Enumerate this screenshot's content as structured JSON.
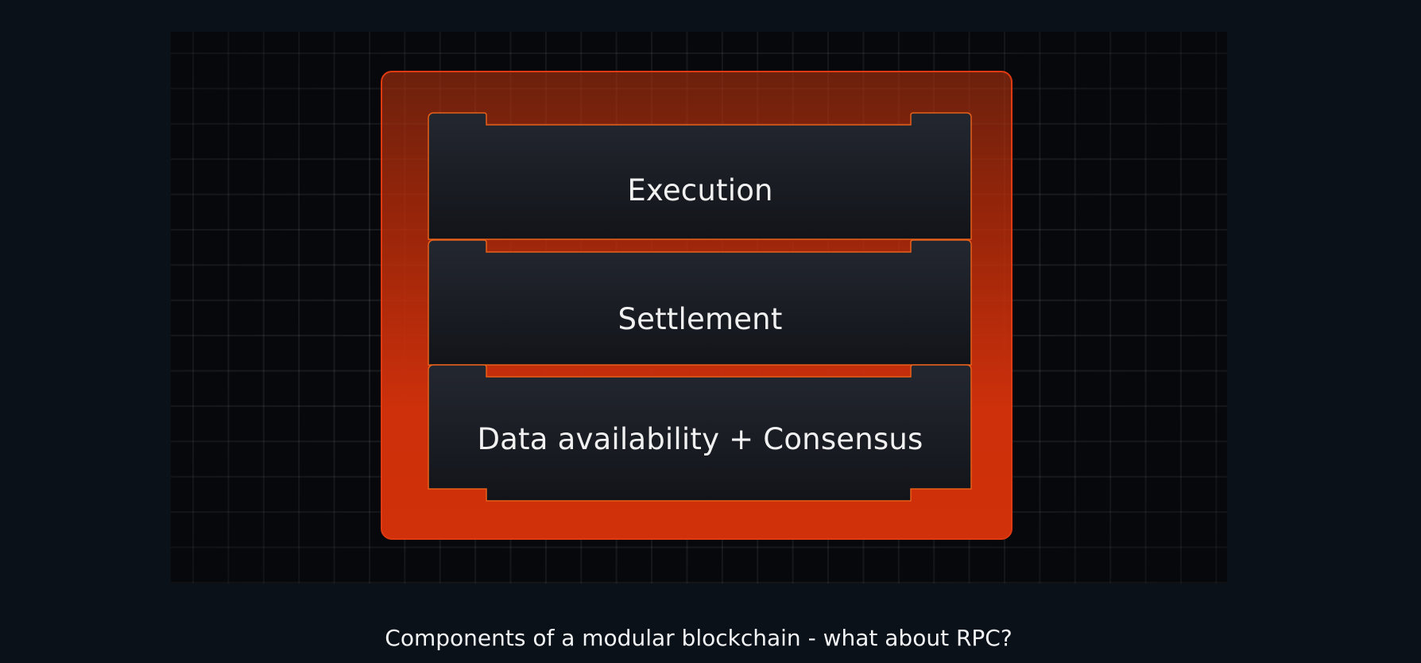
{
  "diagram": {
    "layers": [
      {
        "label": "Execution"
      },
      {
        "label": "Settlement"
      },
      {
        "label": "Data availability + Consensus"
      }
    ]
  },
  "caption": "Components of a modular blockchain - what about RPC?",
  "colors": {
    "page_background": "#0b1118",
    "accent": "#cd300b",
    "layer_fill": "#1a1d24",
    "layer_edge": "#e8601a",
    "text": "#f1f1f1"
  }
}
